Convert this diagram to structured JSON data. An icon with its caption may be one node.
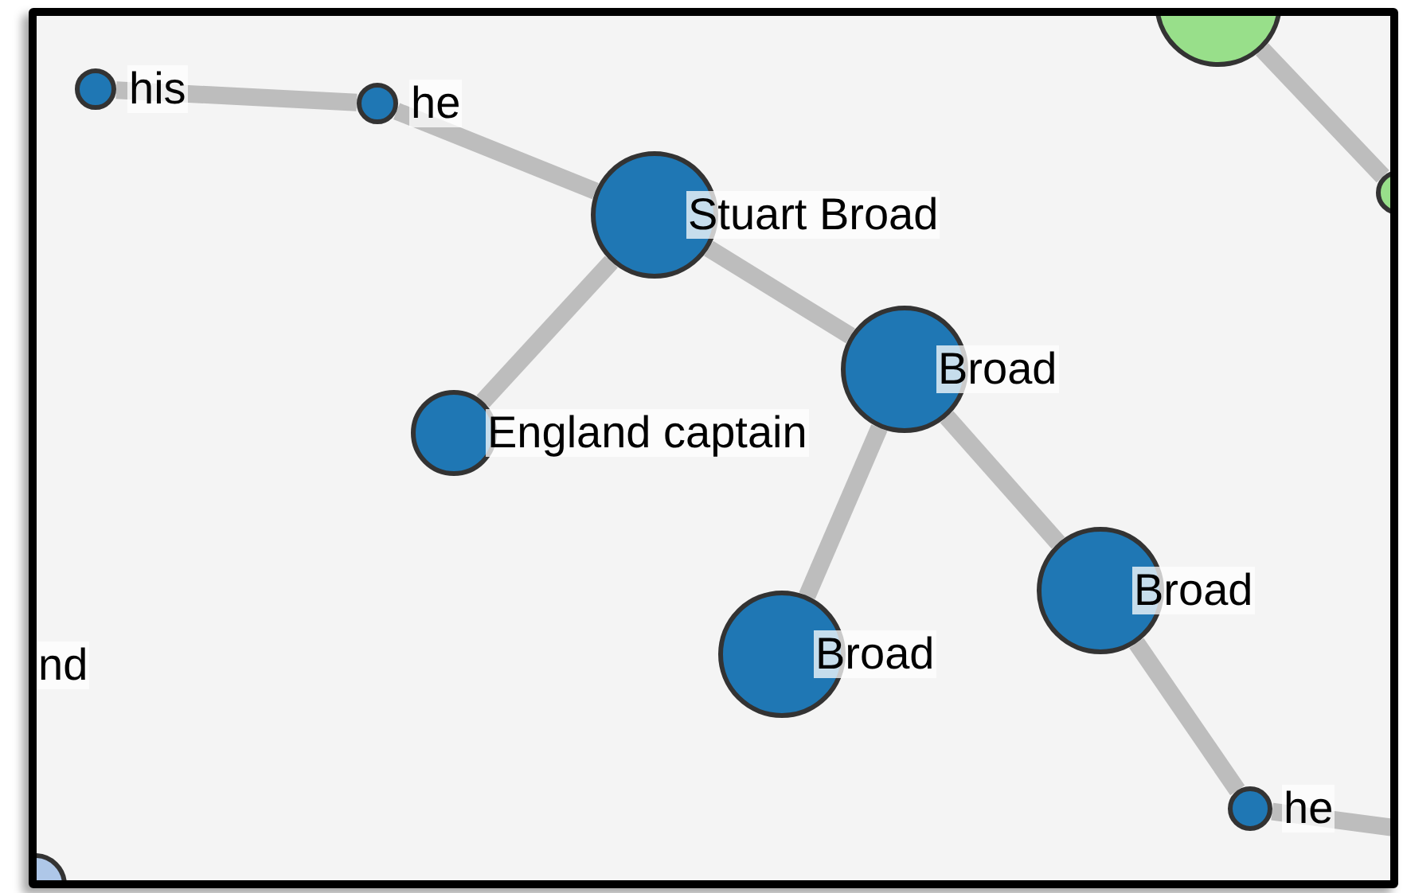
{
  "diagram": {
    "nodes": [
      {
        "text": [
          "his"
        ]
      },
      {
        "text": [
          "he"
        ]
      },
      {
        "text": [
          "Stuart Broad"
        ]
      },
      {
        "text": [
          "England captain"
        ]
      },
      {
        "text": [
          "Broad"
        ]
      },
      {
        "text": [
          "Broad"
        ]
      },
      {
        "text": [
          "Broad"
        ]
      },
      {
        "text": [
          "he"
        ]
      },
      {
        "text": [],
        "shape": "circle"
      },
      {
        "text": [],
        "shape": "circle"
      },
      {
        "text": [],
        "shape": "circle"
      },
      {
        "text": [
          "nd"
        ]
      }
    ],
    "edges": [
      {
        "from": 0,
        "to": 1,
        "arrow": "none"
      },
      {
        "from": 1,
        "to": 2,
        "arrow": "none"
      },
      {
        "from": 2,
        "to": 3,
        "arrow": "none"
      },
      {
        "from": 2,
        "to": 4,
        "arrow": "none"
      },
      {
        "from": 4,
        "to": 5,
        "arrow": "none"
      },
      {
        "from": 4,
        "to": 6,
        "arrow": "none"
      },
      {
        "from": 6,
        "to": 7,
        "arrow": "none"
      },
      {
        "from": 7,
        "to": null,
        "arrow": "none"
      },
      {
        "from": 8,
        "to": 9,
        "arrow": "none"
      }
    ]
  }
}
